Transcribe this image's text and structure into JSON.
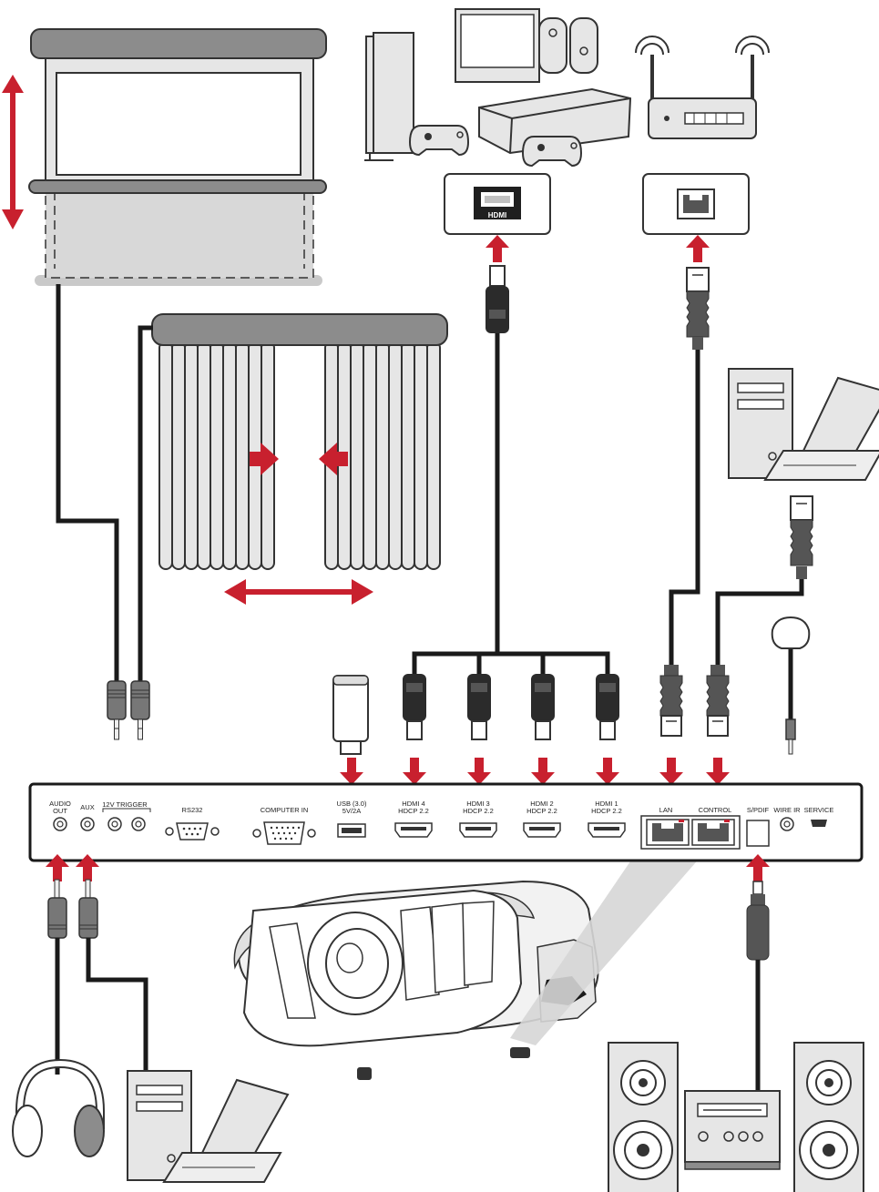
{
  "colors": {
    "arrow": "#c8202e",
    "cable": "#1a1a1a",
    "device_fill": "#e6e6e6",
    "device_stroke": "#333333",
    "shade": "#d6d6d6",
    "panel_stroke": "#1a1a1a"
  },
  "ports": {
    "audio_out_1": "AUDIO",
    "audio_out_2": "OUT",
    "aux": "AUX",
    "trigger": "12V  TRIGGER",
    "rs232": "RS232",
    "computer_in": "COMPUTER IN",
    "usb_1": "USB (3.0)",
    "usb_2": "5V/2A",
    "hdmi4_1": "HDMI 4",
    "hdmi4_2": "HDCP 2.2",
    "hdmi3_1": "HDMI 3",
    "hdmi3_2": "HDCP 2.2",
    "hdmi2_1": "HDMI 2",
    "hdmi2_2": "HDCP 2.2",
    "hdmi1_1": "HDMI 1",
    "hdmi1_2": "HDCP 2.2",
    "lan": "LAN",
    "control": "CONTROL",
    "spdif": "S/PDIF",
    "wire_ir": "WIRE IR",
    "service": "SERVICE"
  },
  "hdmi_badge": "HDMI",
  "icons": {
    "screen": "projection-screen-icon",
    "curtain": "motorized-curtain-icon",
    "consoles": "game-console-icon",
    "router": "wifi-router-icon",
    "computer": "desktop-laptop-icon",
    "headphones": "headphones-icon",
    "speakers": "speaker-icon",
    "projector": "projector-icon",
    "usb_dongle": "usb-dongle-icon",
    "ir_receiver": "ir-receiver-icon"
  }
}
